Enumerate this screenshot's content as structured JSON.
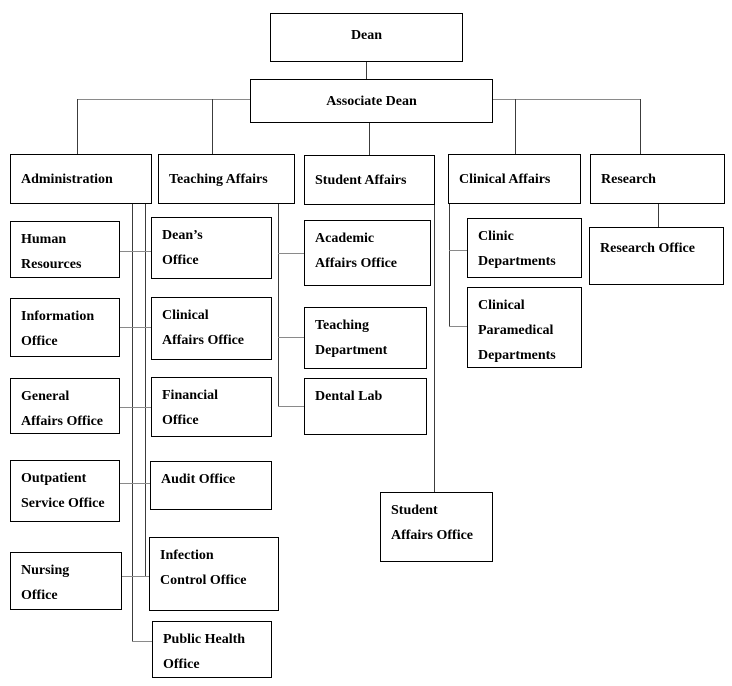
{
  "diagram": {
    "type": "organizational-chart",
    "nodes": {
      "dean": {
        "label": "Dean"
      },
      "associate_dean": {
        "label": "Associate Dean"
      },
      "administration": {
        "label": "Administration"
      },
      "teaching_affairs": {
        "label": "Teaching Affairs"
      },
      "student_affairs": {
        "label": "Student Affairs"
      },
      "clinical_affairs": {
        "label": "Clinical Affairs"
      },
      "research": {
        "label": "Research"
      },
      "human_resources": {
        "lines": [
          "Human",
          "Resources"
        ]
      },
      "information_office": {
        "lines": [
          "Information",
          "Office"
        ]
      },
      "general_affairs_office": {
        "lines": [
          "General",
          "Affairs Office"
        ]
      },
      "outpatient_service_office": {
        "lines": [
          "Outpatient",
          "Service Office"
        ]
      },
      "nursing_office": {
        "lines": [
          "Nursing",
          "Office"
        ]
      },
      "deans_office": {
        "lines": [
          "Dean’s",
          "Office"
        ]
      },
      "clinical_affairs_office": {
        "lines": [
          "Clinical",
          "Affairs Office"
        ]
      },
      "financial_office": {
        "lines": [
          "Financial",
          "Office"
        ]
      },
      "audit_office": {
        "lines": [
          "Audit Office"
        ]
      },
      "infection_control_office": {
        "lines": [
          "Infection",
          "Control Office"
        ]
      },
      "public_health_office": {
        "lines": [
          "Public Health",
          "Office"
        ]
      },
      "academic_affairs_office": {
        "lines": [
          "Academic",
          "Affairs Office"
        ]
      },
      "teaching_department": {
        "lines": [
          "Teaching",
          "Department"
        ]
      },
      "dental_lab": {
        "lines": [
          "Dental Lab"
        ]
      },
      "clinic_departments": {
        "lines": [
          "Clinic",
          "Departments"
        ]
      },
      "clinical_paramedical_departments": {
        "lines": [
          "Clinical",
          "Paramedical",
          "Departments"
        ]
      },
      "research_office": {
        "lines": [
          "Research Office"
        ]
      },
      "student_affairs_office": {
        "lines": [
          "Student",
          "Affairs Office"
        ]
      }
    },
    "hierarchy": {
      "dean": [
        "Associate Dean"
      ],
      "associate_dean": [
        "Administration",
        "Teaching Affairs",
        "Student Affairs",
        "Clinical Affairs",
        "Research"
      ],
      "administration_column": [
        "Human Resources",
        "Information Office",
        "General Affairs Office",
        "Outpatient Service Office",
        "Nursing Office"
      ],
      "teaching_affairs_column": [
        "Dean’s Office",
        "Clinical Affairs Office",
        "Financial Office",
        "Audit Office",
        "Infection Control Office",
        "Public Health Office"
      ],
      "student_affairs_column": [
        "Academic Affairs Office",
        "Teaching Department",
        "Dental Lab",
        "Student Affairs Office"
      ],
      "clinical_affairs_column": [
        "Clinic Departments",
        "Clinical Paramedical Departments"
      ],
      "research_column": [
        "Research Office"
      ]
    },
    "colors": {
      "background": "#ffffff",
      "box_border": "#000000",
      "text": "#000000",
      "vertical_connector": "#3c3c3c",
      "horizontal_connector": "#8a8a8a"
    }
  }
}
